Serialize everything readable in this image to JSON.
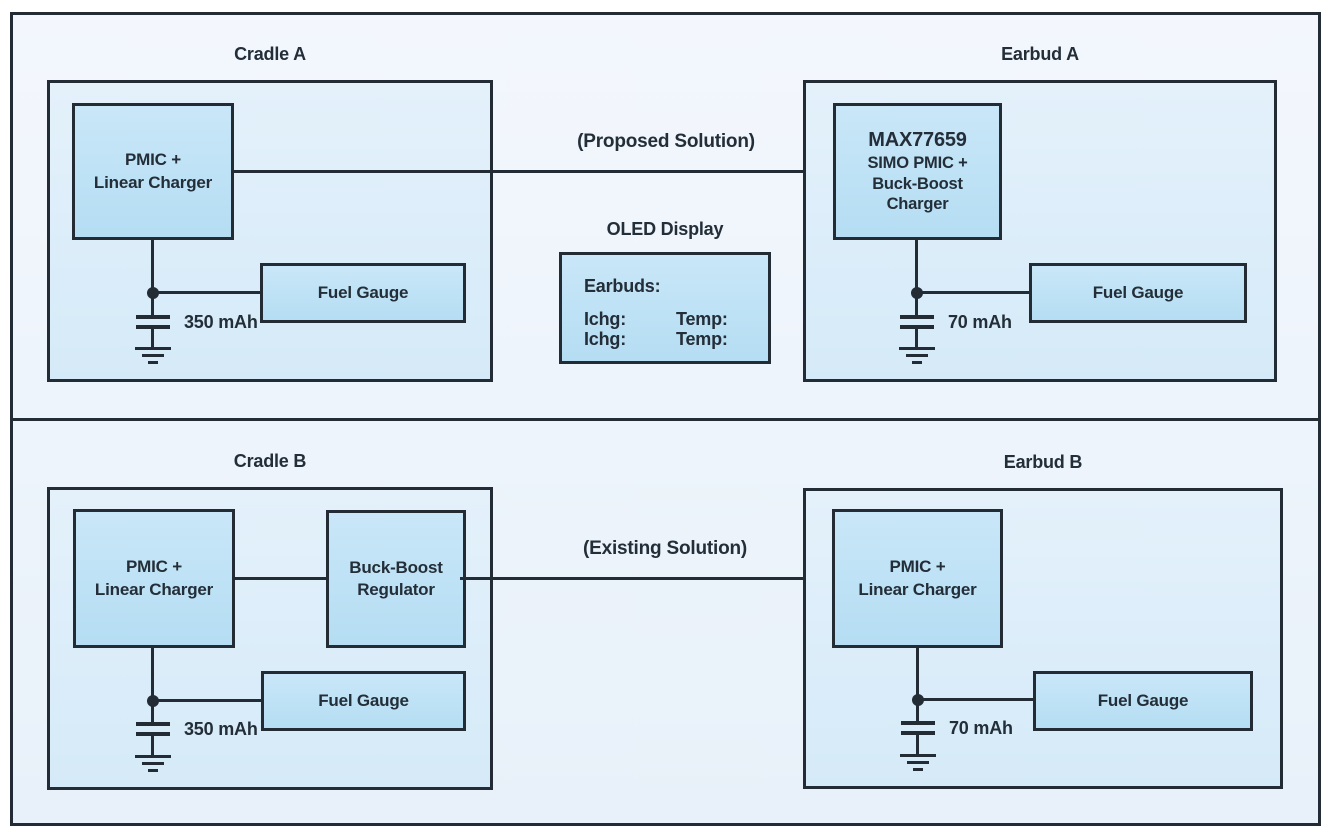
{
  "colors": {
    "line": "#232c35",
    "box_fill": "#bfe2f5",
    "container_fill": "#dcedf9",
    "panel_fill": "#eef4fb",
    "text": "#232e38"
  },
  "sections": {
    "top": {
      "solution_label": "(Proposed Solution)",
      "cradle": {
        "title": "Cradle A",
        "charger_line1": "PMIC +",
        "charger_line2": "Linear Charger",
        "fuel_gauge_label": "Fuel Gauge",
        "battery_label": "350 mAh"
      },
      "oled": {
        "title": "OLED Display",
        "heading": "Earbuds:",
        "row1_col1": "Ichg:",
        "row1_col2": "Temp:",
        "row2_col1": "Ichg:",
        "row2_col2": "Temp:"
      },
      "earbud": {
        "title": "Earbud A",
        "chip_line1": "MAX77659",
        "chip_line2": "SIMO PMIC +",
        "chip_line3": "Buck-Boost",
        "chip_line4": "Charger",
        "fuel_gauge_label": "Fuel Gauge",
        "battery_label": "70 mAh"
      }
    },
    "bottom": {
      "solution_label": "(Existing Solution)",
      "cradle": {
        "title": "Cradle B",
        "charger_line1": "PMIC +",
        "charger_line2": "Linear Charger",
        "regulator_line1": "Buck-Boost",
        "regulator_line2": "Regulator",
        "fuel_gauge_label": "Fuel Gauge",
        "battery_label": "350 mAh"
      },
      "earbud": {
        "title": "Earbud B",
        "charger_line1": "PMIC +",
        "charger_line2": "Linear Charger",
        "fuel_gauge_label": "Fuel Gauge",
        "battery_label": "70 mAh"
      }
    }
  }
}
